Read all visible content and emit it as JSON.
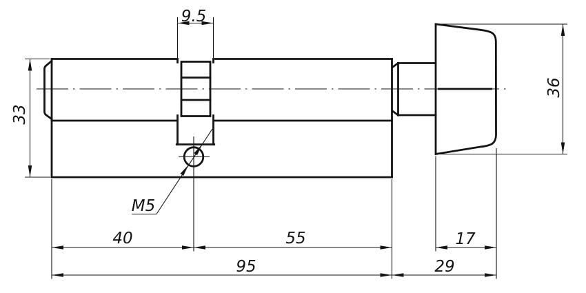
{
  "drawing": {
    "line_color": "#141414",
    "background_color": "#ffffff"
  },
  "dimensions": {
    "cam_width": {
      "label": "9.5"
    },
    "body_height": {
      "label": "33"
    },
    "knob_height": {
      "label": "36"
    },
    "length_left_to_cam": {
      "label": "40"
    },
    "length_cam_to_body_end": {
      "label": "55"
    },
    "body_overall_length": {
      "label": "95"
    },
    "knob_face_length": {
      "label": "17"
    },
    "knob_overall_length": {
      "label": "29"
    },
    "thread_callout": {
      "label": "M5"
    }
  }
}
